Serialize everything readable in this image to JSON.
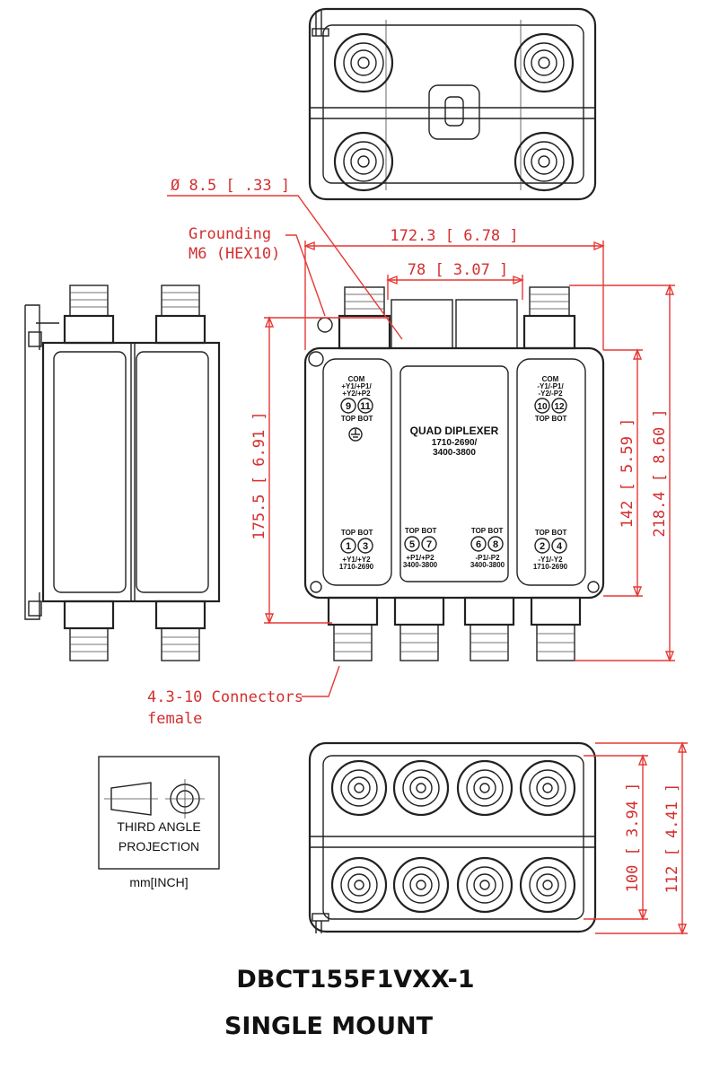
{
  "dimensions": {
    "hole_diameter": "Ø 8.5 [ .33 ]",
    "grounding_line1": "Grounding",
    "grounding_line2": "M6 (HEX10)",
    "overall_width": "172.3 [ 6.78 ]",
    "connector_spacing": "78 [ 3.07 ]",
    "body_height": "175.5 [ 6.91 ]",
    "inner_height": "142 [ 5.59 ]",
    "overall_height": "218.4 [ 8.60 ]",
    "depth_body": "100 [ 3.94 ]",
    "depth_overall": "112 [ 4.41 ]",
    "connectors_line1": "4.3-10 Connectors",
    "connectors_line2": "female"
  },
  "front_panel": {
    "product_line1": "QUAD DIPLEXER",
    "product_line2": "1710-2690/",
    "product_line3": "3400-3800",
    "left_top_label1": "COM",
    "left_top_label2": "+Y1/+P1/",
    "left_top_label3": "+Y2/+P2",
    "left_top_port_a": "9",
    "left_top_port_b": "11",
    "right_top_label1": "COM",
    "right_top_label2": "-Y1/-P1/",
    "right_top_label3": "-Y2/-P2",
    "right_top_port_a": "10",
    "right_top_port_b": "12",
    "top": "TOP",
    "bot": "BOT",
    "bottom_ports": [
      {
        "a": "1",
        "b": "3",
        "label1": "+Y1/+Y2",
        "label2": "1710-2690"
      },
      {
        "a": "5",
        "b": "7",
        "label1": "+P1/+P2",
        "label2": "3400-3800"
      },
      {
        "a": "6",
        "b": "8",
        "label1": "-P1/-P2",
        "label2": "3400-3800"
      },
      {
        "a": "2",
        "b": "4",
        "label1": "-Y1/-Y2",
        "label2": "1710-2690"
      }
    ]
  },
  "legend": {
    "line1": "THIRD ANGLE",
    "line2": "PROJECTION",
    "units": "mm[INCH]"
  },
  "title": {
    "model": "DBCT155F1VXX-1",
    "mount": "SINGLE MOUNT"
  },
  "colors": {
    "dimension": "#e53935",
    "outline": "#222222"
  }
}
